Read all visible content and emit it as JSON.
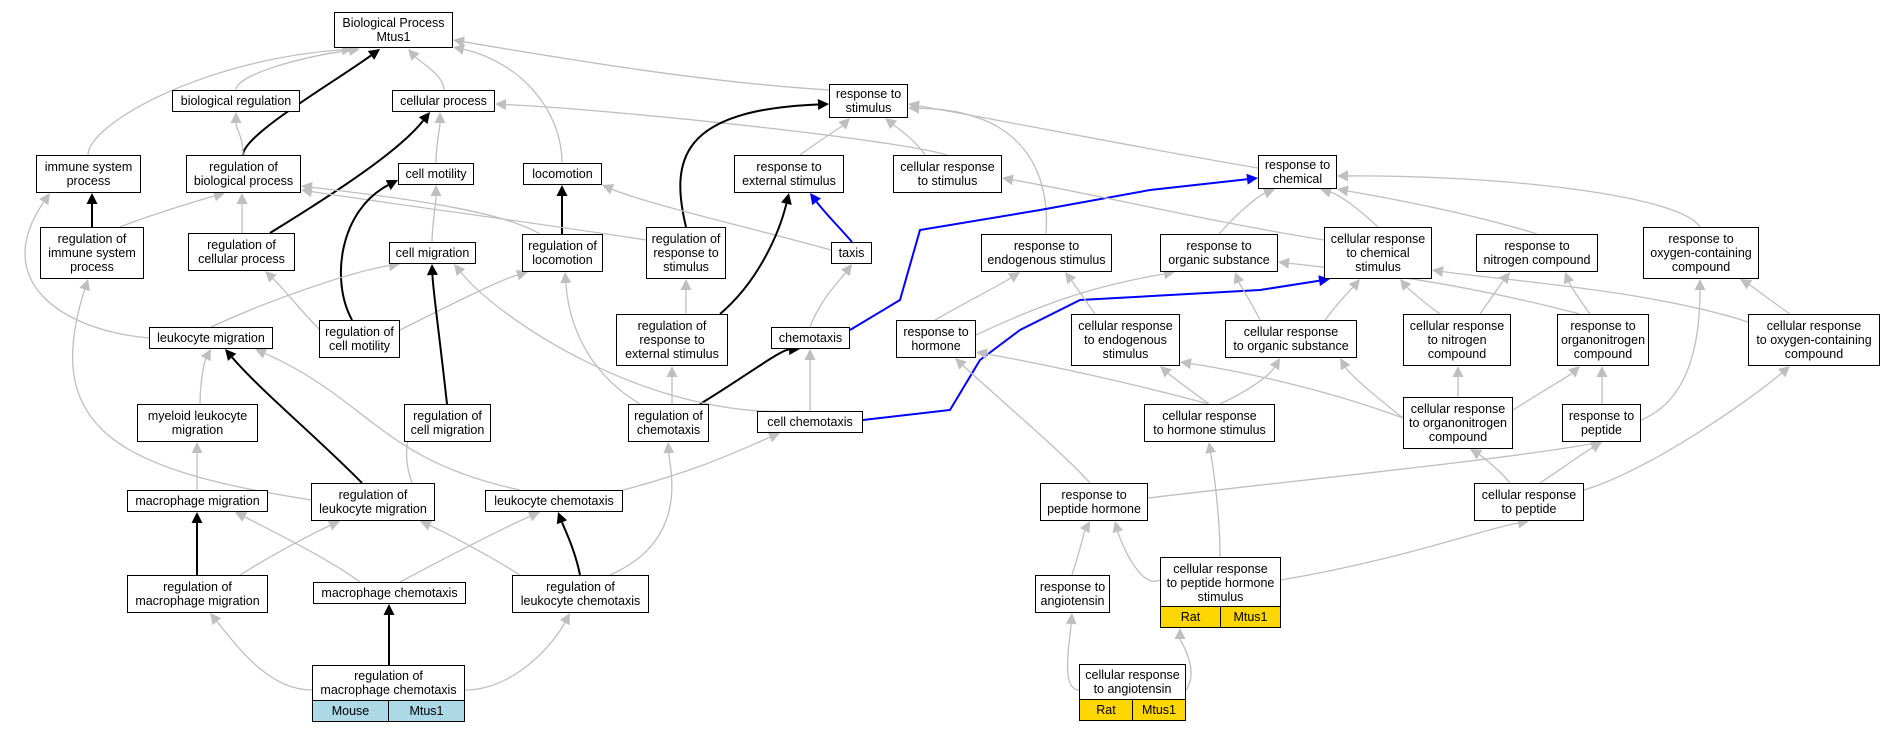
{
  "colors": {
    "grey_edge": "#bfbfbf",
    "black_edge": "#000000",
    "blue_edge": "#0000ff",
    "mouse_tag": "#add8e6",
    "rat_tag": "#ffd700"
  },
  "nodes": {
    "bp": "Biological Process\nMtus1",
    "br": "biological regulation",
    "cp": "cellular process",
    "rs": "response to\nstimulus",
    "isp": "immune system\nprocess",
    "rbp": "regulation of\nbiological process",
    "cm": "cell motility",
    "loc": "locomotion",
    "res": "response to\nexternal stimulus",
    "crs": "cellular response\nto stimulus",
    "rc": "response to\nchemical",
    "risp": "regulation of\nimmune system\nprocess",
    "rcp": "regulation of\ncellular process",
    "cmig": "cell migration",
    "rloc": "regulation of\nlocomotion",
    "rrs": "regulation of\nresponse to\nstimulus",
    "taxis": "taxis",
    "rends": "response to\nendogenous stimulus",
    "ros": "response to\norganic substance",
    "crcs": "cellular response\nto chemical\nstimulus",
    "rnc": "response to\nnitrogen compound",
    "rocc": "response to\noxygen-containing\ncompound",
    "lm": "leukocyte migration",
    "rcm": "regulation of\ncell motility",
    "rres": "regulation of\nresponse to\nexternal stimulus",
    "chemo": "chemotaxis",
    "rh": "response to\nhormone",
    "cres": "cellular response\nto endogenous\nstimulus",
    "cros": "cellular response\nto organic substance",
    "crnc": "cellular response\nto nitrogen\ncompound",
    "ronc": "response to\norganonitrogen\ncompound",
    "crocc": "cellular response\nto oxygen-containing\ncompound",
    "mlm": "myeloid leukocyte\nmigration",
    "rcmig": "regulation of\ncell migration",
    "rchemo": "regulation of\nchemotaxis",
    "cchemo": "cell chemotaxis",
    "crhs": "cellular response\nto hormone stimulus",
    "cronc": "cellular response\nto organonitrogen\ncompound",
    "rpep": "response to\npeptide",
    "mm": "macrophage migration",
    "rlm": "regulation of\nleukocyte migration",
    "lc": "leukocyte chemotaxis",
    "rph": "response to\npeptide hormone",
    "crp": "cellular response\nto peptide",
    "rmm": "regulation of\nmacrophage migration",
    "mc": "macrophage chemotaxis",
    "rlc": "regulation of\nleukocyte chemotaxis",
    "rang": "response to\nangiotensin",
    "rmc": "regulation of\nmacrophage chemotaxis",
    "crph": "cellular response\nto peptide hormone\nstimulus",
    "cran": "cellular response\nto angiotensin"
  },
  "tags": {
    "rmc": [
      "Mouse",
      "Mtus1"
    ],
    "crph": [
      "Rat",
      "Mtus1"
    ],
    "cran": [
      "Rat",
      "Mtus1"
    ]
  }
}
